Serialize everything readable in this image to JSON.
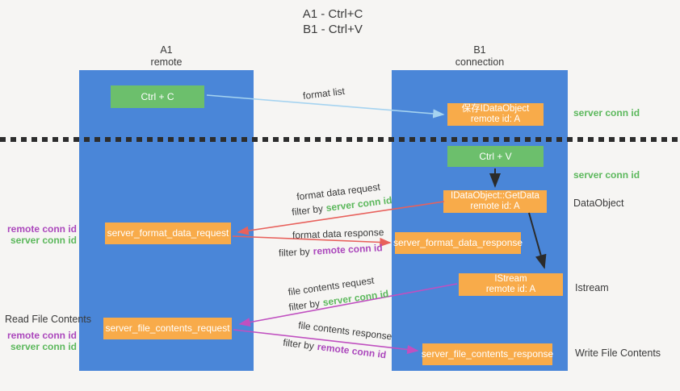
{
  "title": {
    "line1": "A1 - Ctrl+C",
    "line2": "B1 - Ctrl+V"
  },
  "columns": {
    "a1": {
      "name": "A1",
      "role": "remote"
    },
    "b1": {
      "name": "B1",
      "role": "connection"
    }
  },
  "boxes": {
    "ctrl_c": "Ctrl + C",
    "ctrl_v": "Ctrl + V",
    "save_idataobject": {
      "line1": "保存IDataObject",
      "line2": "remote id: A"
    },
    "getdata": {
      "line1": "IDataObject::GetData",
      "line2": "remote id: A"
    },
    "istream": {
      "line1": "IStream",
      "line2": "remote id: A"
    },
    "server_format_data_request": "server_format_data_request",
    "server_format_data_response": "server_format_data_response",
    "server_file_contents_request": "server_file_contents_request",
    "server_file_contents_response": "server_file_contents_response"
  },
  "side_labels": {
    "right": {
      "server_conn_id_top": "server conn id",
      "server_conn_id_mid": "server conn id",
      "dataobject": "DataObject",
      "istream": "Istream",
      "write_file_contents": "Write File Contents"
    },
    "left": {
      "remote_conn_id_1": "remote conn id",
      "server_conn_id_1": "server conn id",
      "read_file_contents": "Read File Contents",
      "remote_conn_id_2": "remote conn id",
      "server_conn_id_2": "server conn id"
    }
  },
  "arrow_labels": {
    "format_list": "format list",
    "format_data_request": "format data request",
    "format_data_response": "format data response",
    "file_contents_request": "file contents request",
    "file_contents_response": "file contents response",
    "filter_by": "filter by",
    "server_conn_id": "server conn id",
    "remote_conn_id": "remote conn id"
  },
  "colors": {
    "background": "#f6f5f3",
    "column_blue": "#4a86d8",
    "box_green": "#6cbf6c",
    "box_orange": "#f8ab4a",
    "text_green": "#5cb85c",
    "text_purple": "#ab47bc",
    "arrow_light_blue": "#a5d3f0",
    "arrow_red": "#e8615c",
    "arrow_magenta": "#c050c0",
    "arrow_black": "#2b2b2b",
    "separator_black": "#2d2d2d"
  }
}
